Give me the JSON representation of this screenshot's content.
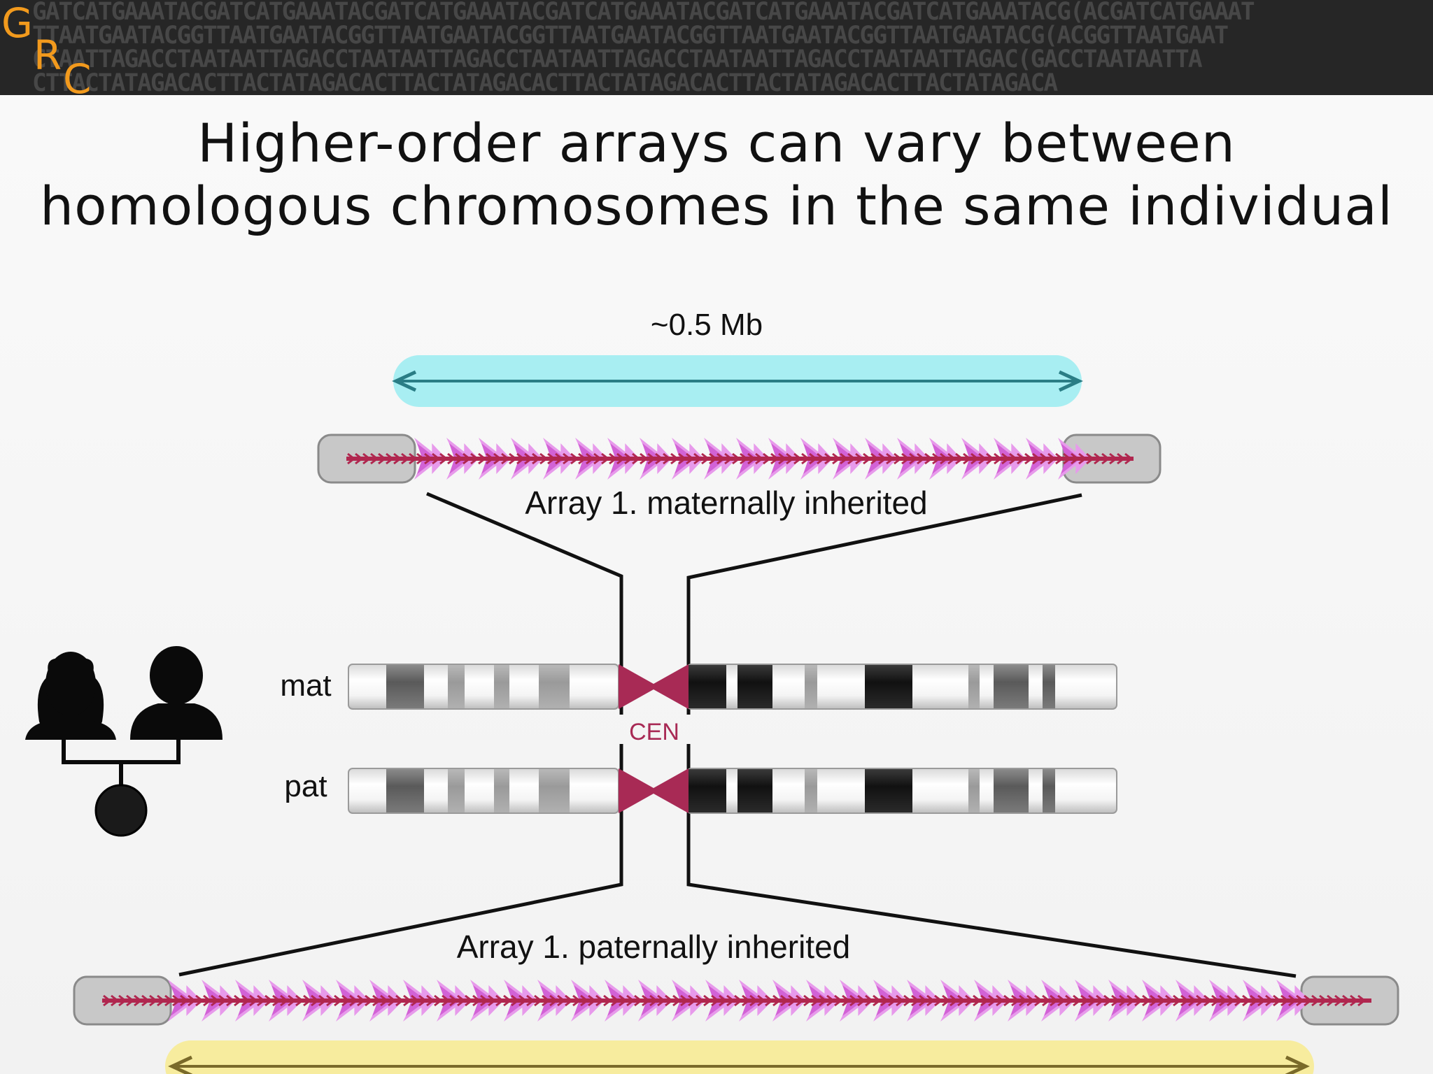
{
  "banner": {
    "logo": [
      "G",
      "R",
      "C"
    ],
    "sequence_rows": [
      "GATCATGAAATACGATCATGAAATACGATCATGAAATACGATCATGAAATACGATCATGAAATACGATCATGAAATACG(ACGATCATGAAAT",
      "TTAATGAATACGGTTAATGAATACGGTTAATGAATACGGTTAATGAATACGGTTAATGAATACGGTTAATGAATACG(ACGGTTAATGAAT",
      "CTAATTAGACCTAATAATTAGACCTAATAATTAGACCTAATAATTAGACCTAATAATTAGACCTAATAATTAGAC(GACCTAATAATTA",
      "CTTACTATAGACACTTACTATAGACACTTACTATAGACACTTACTATAGACACTTACTATAGACACTTACTATAGACA"
    ]
  },
  "title": {
    "line1": "Higher-order arrays can vary between",
    "line2": "homologous chromosomes in the same individual"
  },
  "diagram": {
    "scale_label": "~0.5 Mb",
    "maternal_array_label": "Array 1. maternally inherited",
    "paternal_array_label": "Array 1. paternally inherited",
    "centromere_label": "CEN",
    "maternal_label": "mat",
    "paternal_label": "pat",
    "colors": {
      "maternal_span": "#a8eef2",
      "maternal_arrow": "#2a7d85",
      "paternal_span": "#f7ec9e",
      "paternal_arrow": "#7a6a2a",
      "monomer": "#d262d6",
      "monomer_light": "#e79aeb",
      "core": "#b0274f",
      "cap": "#c8c8c8",
      "centromere": "#a82a55"
    }
  }
}
